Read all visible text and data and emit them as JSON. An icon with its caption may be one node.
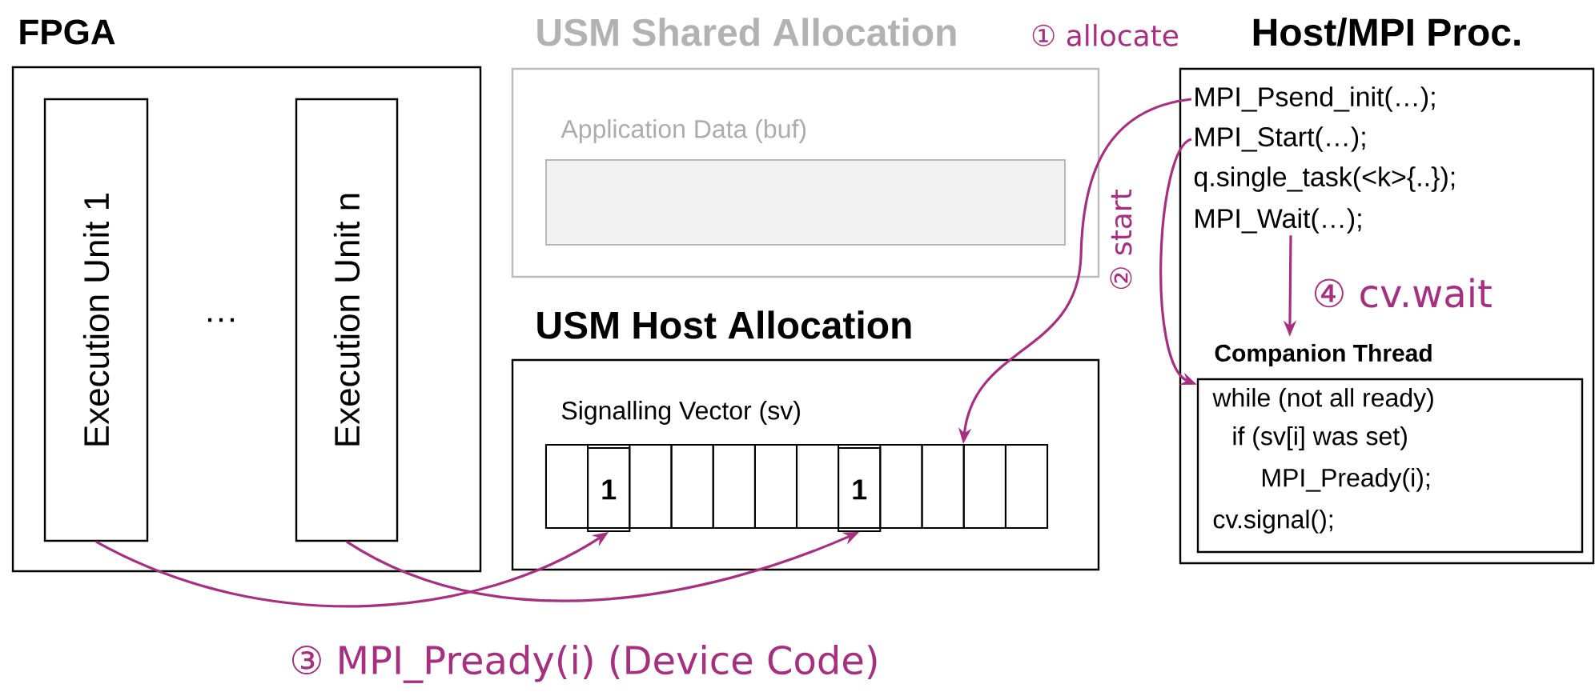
{
  "diagram": {
    "nodes": [
      {
        "text": [
          "FPGA"
        ]
      },
      {
        "text": [
          "Execution Unit 1"
        ],
        "in": 0
      },
      {
        "text": [
          "Execution Unit n"
        ],
        "in": 0
      },
      {
        "text": [
          "USM Shared Allocation",
          "Application Data (buf)"
        ]
      },
      {
        "text": [],
        "shape": "box",
        "in": 3
      },
      {
        "text": [
          "USM Host Allocation",
          "Signalling Vector (sv)"
        ]
      },
      {
        "text": [],
        "shape": "box",
        "in": 5
      },
      {
        "text": [],
        "shape": "box",
        "in": 6
      },
      {
        "text": [
          "1"
        ],
        "in": 6
      },
      {
        "text": [],
        "shape": "box",
        "in": 6
      },
      {
        "text": [],
        "shape": "box",
        "in": 6
      },
      {
        "text": [],
        "shape": "box",
        "in": 6
      },
      {
        "text": [],
        "shape": "box",
        "in": 6
      },
      {
        "text": [],
        "shape": "box",
        "in": 6
      },
      {
        "text": [
          "1"
        ],
        "in": 6
      },
      {
        "text": [],
        "shape": "box",
        "in": 6
      },
      {
        "text": [],
        "shape": "box",
        "in": 6
      },
      {
        "text": [],
        "shape": "box",
        "in": 6
      },
      {
        "text": [],
        "shape": "box",
        "in": 6
      },
      {
        "text": [
          "Host/MPI Proc."
        ]
      },
      {
        "text": [
          "MPI_Psend_init(…);"
        ],
        "in": 19
      },
      {
        "text": [
          "MPI_Start(…);"
        ],
        "in": 19
      },
      {
        "text": [
          "q.single_task(<k>{..});"
        ],
        "in": 19
      },
      {
        "text": [
          "MPI_Wait(…);"
        ],
        "in": 19
      },
      {
        "text": [
          "Companion Thread",
          "while (not all ready)",
          "if (sv[i] was set)",
          "MPI_Pready(i);",
          "cv.signal();"
        ],
        "in": 19
      }
    ],
    "edges": [
      {
        "from": 20,
        "to": 6,
        "arrow": "to",
        "label": "① allocate"
      },
      {
        "from": 21,
        "to": 24,
        "arrow": "to",
        "label": "② start"
      },
      {
        "from": 23,
        "to": 24,
        "arrow": "to",
        "label": "④ cv.wait"
      },
      {
        "from": 1,
        "to": 8,
        "arrow": "to",
        "label": "③ MPI_Pready(i) (Device Code)"
      },
      {
        "from": 2,
        "to": 14,
        "arrow": "to"
      }
    ],
    "labels": [
      "…"
    ]
  }
}
